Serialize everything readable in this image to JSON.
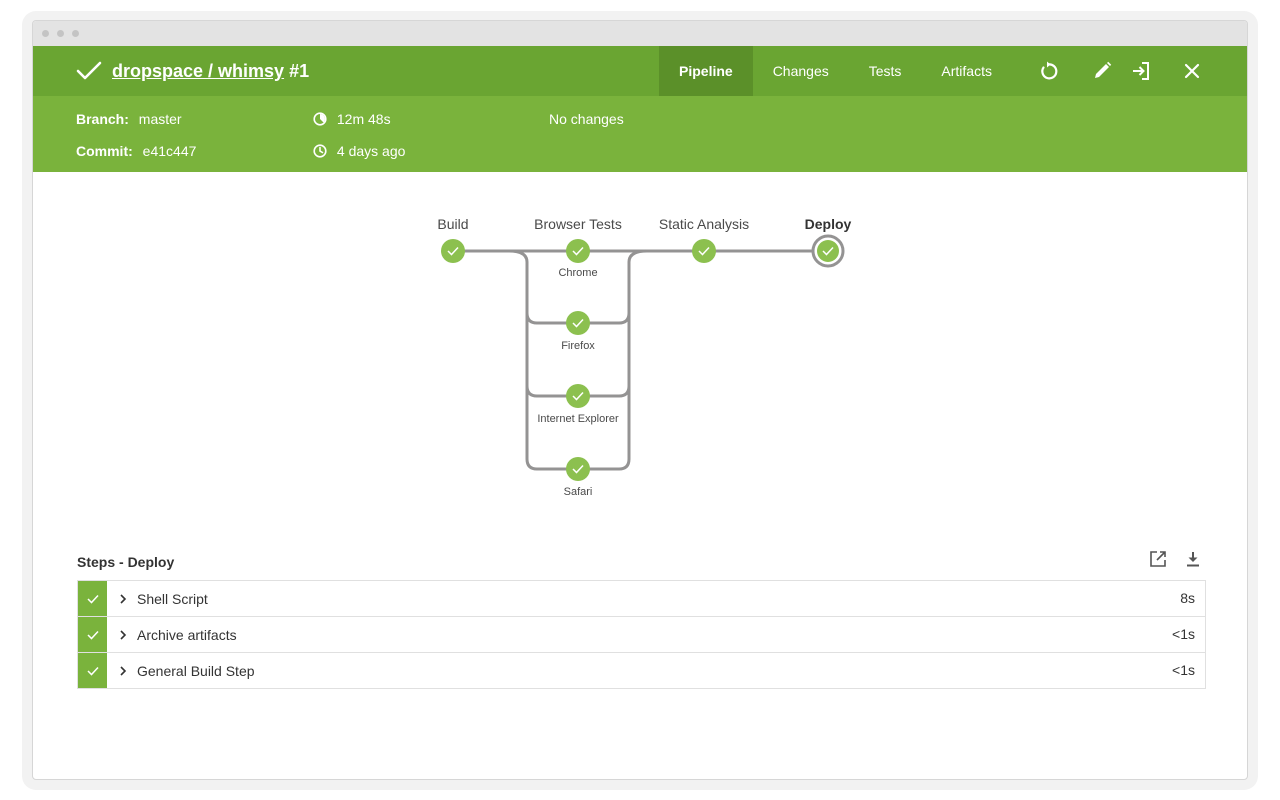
{
  "header": {
    "repo_path": "dropspace / whimsy",
    "run_number": "#1",
    "tabs": [
      {
        "label": "Pipeline",
        "active": true
      },
      {
        "label": "Changes",
        "active": false
      },
      {
        "label": "Tests",
        "active": false
      },
      {
        "label": "Artifacts",
        "active": false
      }
    ],
    "icons": [
      "rerun-icon",
      "edit-icon",
      "open-classic-icon",
      "close-icon"
    ]
  },
  "meta": {
    "branch_label": "Branch:",
    "branch_value": "master",
    "commit_label": "Commit:",
    "commit_value": "e41c447",
    "duration": "12m 48s",
    "started": "4 days ago",
    "changes": "No changes"
  },
  "pipeline": {
    "stages": [
      {
        "name": "Build",
        "status": "success"
      },
      {
        "name": "Browser Tests",
        "status": "success"
      },
      {
        "name": "Static Analysis",
        "status": "success"
      },
      {
        "name": "Deploy",
        "status": "success",
        "selected": true
      }
    ],
    "parallel_branches": [
      "Chrome",
      "Firefox",
      "Internet Explorer",
      "Safari"
    ]
  },
  "steps": {
    "title": "Steps - Deploy",
    "rows": [
      {
        "name": "Shell Script",
        "duration": "8s",
        "status": "success"
      },
      {
        "name": "Archive artifacts",
        "duration": "<1s",
        "status": "success"
      },
      {
        "name": "General Build Step",
        "duration": "<1s",
        "status": "success"
      }
    ]
  },
  "colors": {
    "header": "#6aa532",
    "header_active_tab": "#5b9029",
    "meta_bar": "#7ab33c",
    "success": "#8cc04f",
    "connector": "#949393"
  }
}
